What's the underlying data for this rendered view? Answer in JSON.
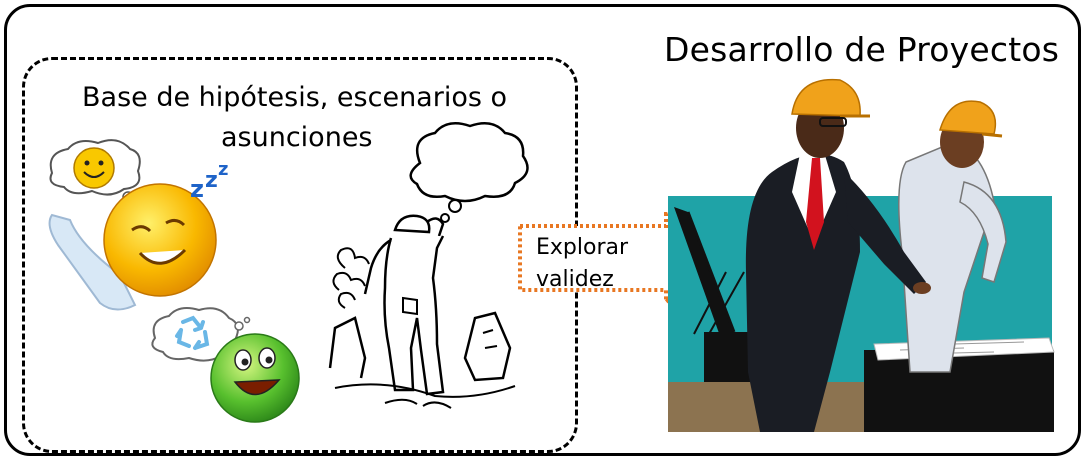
{
  "title": "Desarrollo de Proyectos",
  "hypotheses": {
    "line1": "Base de hipótesis, escenarios o",
    "line2": "asunciones"
  },
  "arrow": {
    "line1": "Explorar",
    "line2": "validez"
  },
  "colors": {
    "arrow_border": "#E87722",
    "sun_yellow": "#F5B400",
    "smiley_green": "#4CB82B",
    "sky_teal": "#1FA3A7",
    "helmet_orange": "#F0A21B"
  },
  "icons": [
    "sleeping-sun-icon",
    "recycle-smiley-icon",
    "thinking-worker-icon",
    "engineers-illustration-icon"
  ]
}
